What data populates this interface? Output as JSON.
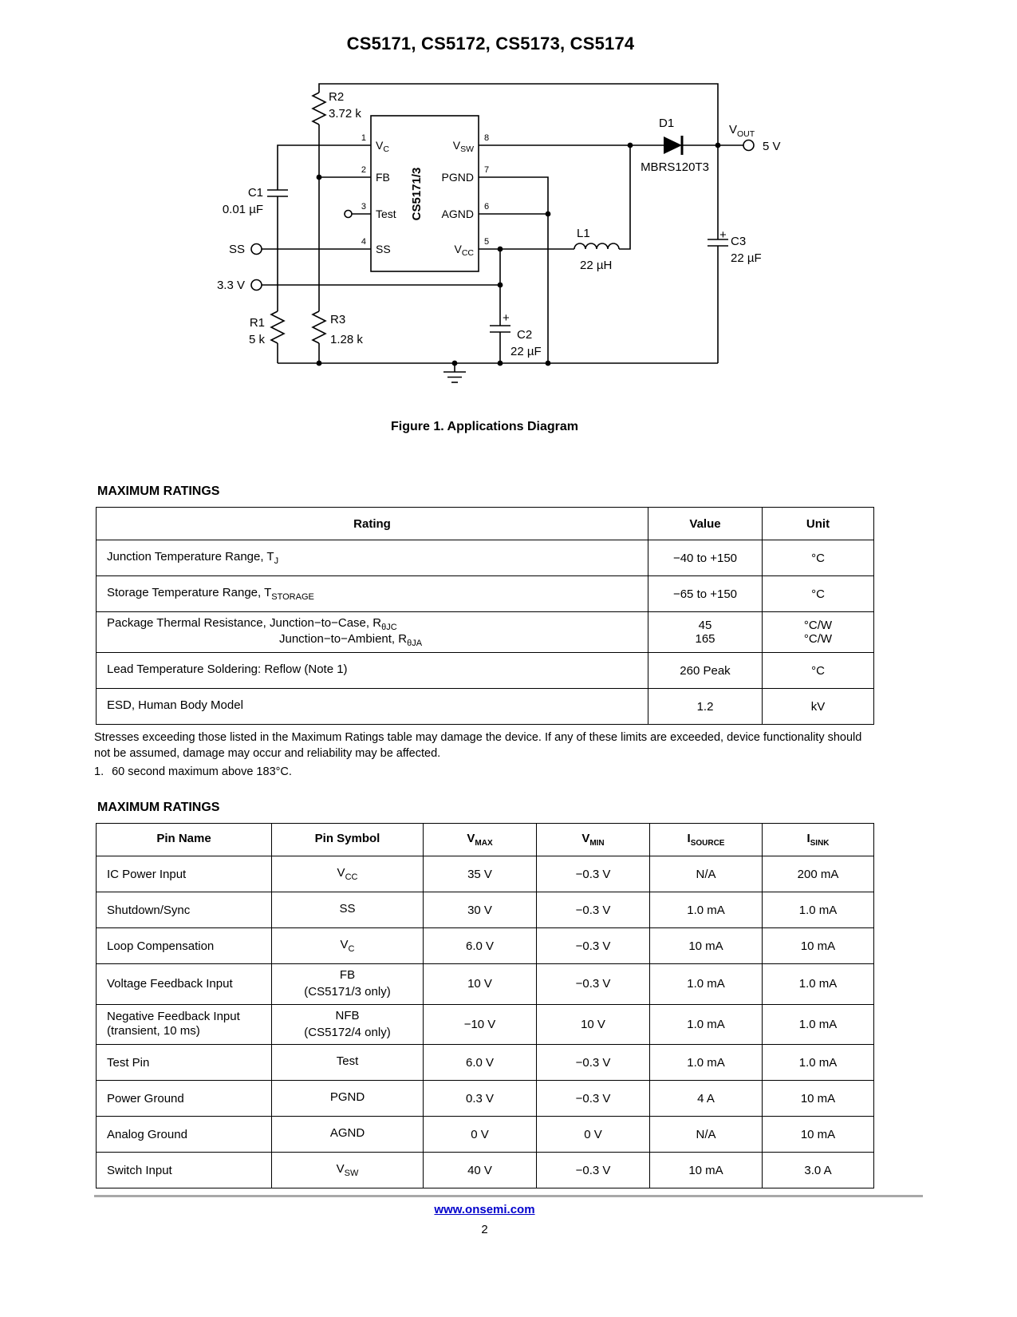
{
  "page": {
    "title": "CS5171, CS5172, CS5173, CS5174"
  },
  "figure": {
    "caption": "Figure 1. Applications Diagram",
    "ic_label": "CS5171/3",
    "pins": {
      "p1": {
        "num": "1",
        "label": "V",
        "sub": "C"
      },
      "p2": {
        "num": "2",
        "label": "FB",
        "sub": ""
      },
      "p3": {
        "num": "3",
        "label": "Test",
        "sub": ""
      },
      "p4": {
        "num": "4",
        "label": "SS",
        "sub": ""
      },
      "p8": {
        "num": "8",
        "label": "V",
        "sub": "SW"
      },
      "p7": {
        "num": "7",
        "label": "PGND",
        "sub": ""
      },
      "p6": {
        "num": "6",
        "label": "AGND",
        "sub": ""
      },
      "p5": {
        "num": "5",
        "label": "V",
        "sub": "CC"
      }
    },
    "components": {
      "r2_ref": "R2",
      "r2_val": "3.72 k",
      "c1_ref": "C1",
      "c1_val": "0.01 µF",
      "r1_ref": "R1",
      "r1_val": "5 k",
      "r3_ref": "R3",
      "r3_val": "1.28 k",
      "d1_ref": "D1",
      "d1_val": "MBRS120T3",
      "l1_ref": "L1",
      "l1_val": "22 µH",
      "c2_plus": "+",
      "c2_ref": "C2",
      "c2_val": "22 µF",
      "c3_plus": "+",
      "c3_ref": "C3",
      "c3_val": "22 µF"
    },
    "terminals": {
      "ss": "SS",
      "vin": "3.3 V",
      "vout_main": "V",
      "vout_sub": "OUT",
      "vout_val": "5 V"
    }
  },
  "ratings1": {
    "heading": "MAXIMUM RATINGS",
    "headers": [
      "Rating",
      "Value",
      "Unit"
    ],
    "rows": [
      {
        "text": "Junction Temperature Range, T",
        "sub": "J",
        "value": "−40 to +150",
        "unit": "°C"
      },
      {
        "text": "Storage Temperature Range, T",
        "sub": "STORAGE",
        "value": "−65 to +150",
        "unit": "°C"
      },
      {
        "line1": "Package Thermal Resistance, Junction−to−Case, R",
        "line1_sub": "θJC",
        "line2": "Junction−to−Ambient, R",
        "line2_sub": "θJA",
        "value1": "45",
        "value2": "165",
        "unit1": "°C/W",
        "unit2": "°C/W"
      },
      {
        "text": "Lead Temperature Soldering: Reflow (Note 1)",
        "sub": "",
        "value": "260 Peak",
        "unit": "°C"
      },
      {
        "text": "ESD, Human Body Model",
        "sub": "",
        "value": "1.2",
        "unit": "kV"
      }
    ],
    "stress_note": "Stresses exceeding those listed in the Maximum Ratings table may damage the device. If any of these limits are exceeded, device functionality should not be assumed, damage may occur and reliability may be affected.",
    "note1_num": "1.",
    "note1_text": "60 second maximum above 183°C."
  },
  "ratings2": {
    "heading": "MAXIMUM RATINGS",
    "headers": [
      {
        "main": "Pin Name",
        "sub": ""
      },
      {
        "main": "Pin Symbol",
        "sub": ""
      },
      {
        "main": "V",
        "sub": "MAX"
      },
      {
        "main": "V",
        "sub": "MIN"
      },
      {
        "main": "I",
        "sub": "SOURCE"
      },
      {
        "main": "I",
        "sub": "SINK"
      }
    ],
    "rows": [
      {
        "name": "IC Power Input",
        "name2": "",
        "sym": "V",
        "sym_sub": "CC",
        "sym_note": "",
        "vmax": "35 V",
        "vmin": "−0.3 V",
        "isource": "N/A",
        "isink": "200 mA"
      },
      {
        "name": "Shutdown/Sync",
        "name2": "",
        "sym": "SS",
        "sym_sub": "",
        "sym_note": "",
        "vmax": "30 V",
        "vmin": "−0.3 V",
        "isource": "1.0 mA",
        "isink": "1.0 mA"
      },
      {
        "name": "Loop Compensation",
        "name2": "",
        "sym": "V",
        "sym_sub": "C",
        "sym_note": "",
        "vmax": "6.0 V",
        "vmin": "−0.3 V",
        "isource": "10 mA",
        "isink": "10 mA"
      },
      {
        "name": "Voltage Feedback Input",
        "name2": "",
        "sym": "FB",
        "sym_sub": "",
        "sym_note": "(CS5171/3 only)",
        "vmax": "10 V",
        "vmin": "−0.3 V",
        "isource": "1.0 mA",
        "isink": "1.0 mA"
      },
      {
        "name": "Negative Feedback Input",
        "name2": "(transient, 10 ms)",
        "sym": "NFB",
        "sym_sub": "",
        "sym_note": "(CS5172/4 only)",
        "vmax": "−10 V",
        "vmin": "10 V",
        "isource": "1.0 mA",
        "isink": "1.0 mA"
      },
      {
        "name": "Test Pin",
        "name2": "",
        "sym": "Test",
        "sym_sub": "",
        "sym_note": "",
        "vmax": "6.0 V",
        "vmin": "−0.3 V",
        "isource": "1.0 mA",
        "isink": "1.0 mA"
      },
      {
        "name": "Power Ground",
        "name2": "",
        "sym": "PGND",
        "sym_sub": "",
        "sym_note": "",
        "vmax": "0.3 V",
        "vmin": "−0.3 V",
        "isource": "4 A",
        "isink": "10 mA"
      },
      {
        "name": "Analog Ground",
        "name2": "",
        "sym": "AGND",
        "sym_sub": "",
        "sym_note": "",
        "vmax": "0 V",
        "vmin": "0 V",
        "isource": "N/A",
        "isink": "10 mA"
      },
      {
        "name": "Switch Input",
        "name2": "",
        "sym": "V",
        "sym_sub": "SW",
        "sym_note": "",
        "vmax": "40 V",
        "vmin": "−0.3 V",
        "isource": "10 mA",
        "isink": "3.0 A"
      }
    ]
  },
  "footer": {
    "link": "www.onsemi.com",
    "page_number": "2"
  },
  "colors": {
    "link_blue": "#0000cc"
  }
}
